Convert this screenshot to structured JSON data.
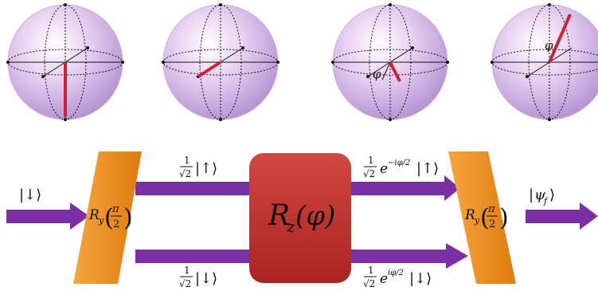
{
  "spheres": [
    {
      "id": "s1",
      "vector": "down"
    },
    {
      "id": "s2",
      "vector": "in-plane"
    },
    {
      "id": "s3",
      "vector": "rotated",
      "angle_label": "φ"
    },
    {
      "id": "s4",
      "vector": "tilted-up",
      "angle_label": "φ"
    }
  ],
  "inputs": {
    "in_label": "|↓⟩",
    "out_label": "|ψ_f⟩"
  },
  "gates": {
    "ry1": {
      "R": "R",
      "sub": "y",
      "frac_num": "π",
      "frac_den": "2"
    },
    "rz": {
      "R": "R",
      "sub": "z",
      "arg": "(φ)"
    },
    "ry2": {
      "R": "R",
      "sub": "y",
      "frac_num": "π",
      "frac_den": "2"
    }
  },
  "arm_labels": {
    "upper_left": {
      "coef_num": "1",
      "coef_den": "√2",
      "ket": "|↑⟩"
    },
    "lower_left": {
      "coef_num": "1",
      "coef_den": "√2",
      "ket": "|↓⟩"
    },
    "upper_right": {
      "coef_num": "1",
      "coef_den": "√2",
      "phase": "e",
      "exponent": "−iφ/2",
      "ket": "|↑⟩"
    },
    "lower_right": {
      "coef_num": "1",
      "coef_den": "√2",
      "phase": "e",
      "exponent": "iφ/2",
      "ket": "|↓⟩"
    }
  },
  "colors": {
    "arrow": "#7b2fa4",
    "ry_gate": "#f08a12",
    "rz_gate": "#c0302c",
    "sphere_fill": "#d9b8e8",
    "vector": "#cc2233"
  }
}
